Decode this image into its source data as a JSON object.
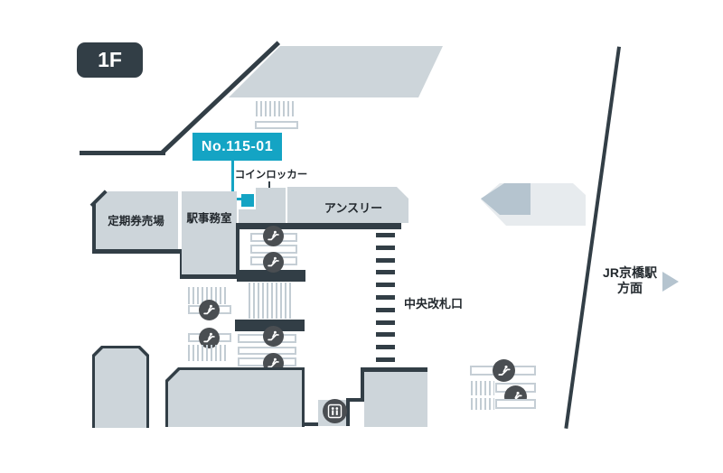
{
  "floor_badge": {
    "label": "1F"
  },
  "ad_tag": {
    "label": "No.115-01"
  },
  "labels": {
    "coin_locker": "コインロッカー",
    "commuter_pass_office": "定期券売場",
    "station_office": "駅事務室",
    "ansley_store": "アンスリー",
    "central_gate": "中央改札口",
    "jr_kyobashi_line1": "JR京橋駅",
    "jr_kyobashi_line2": "方面"
  },
  "icons": {
    "escalator": "escalator-icon",
    "restroom": "restroom-icon",
    "direction_arrow": "right-arrow-icon"
  },
  "colors": {
    "wall": "#323e46",
    "area_fill": "#cdd5da",
    "accent_teal": "#14a4c4",
    "light_fill": "#e7ebee",
    "arrow_fill": "#b5c4cf",
    "icon_circle": "#4a4e52",
    "text": "#23292e"
  }
}
